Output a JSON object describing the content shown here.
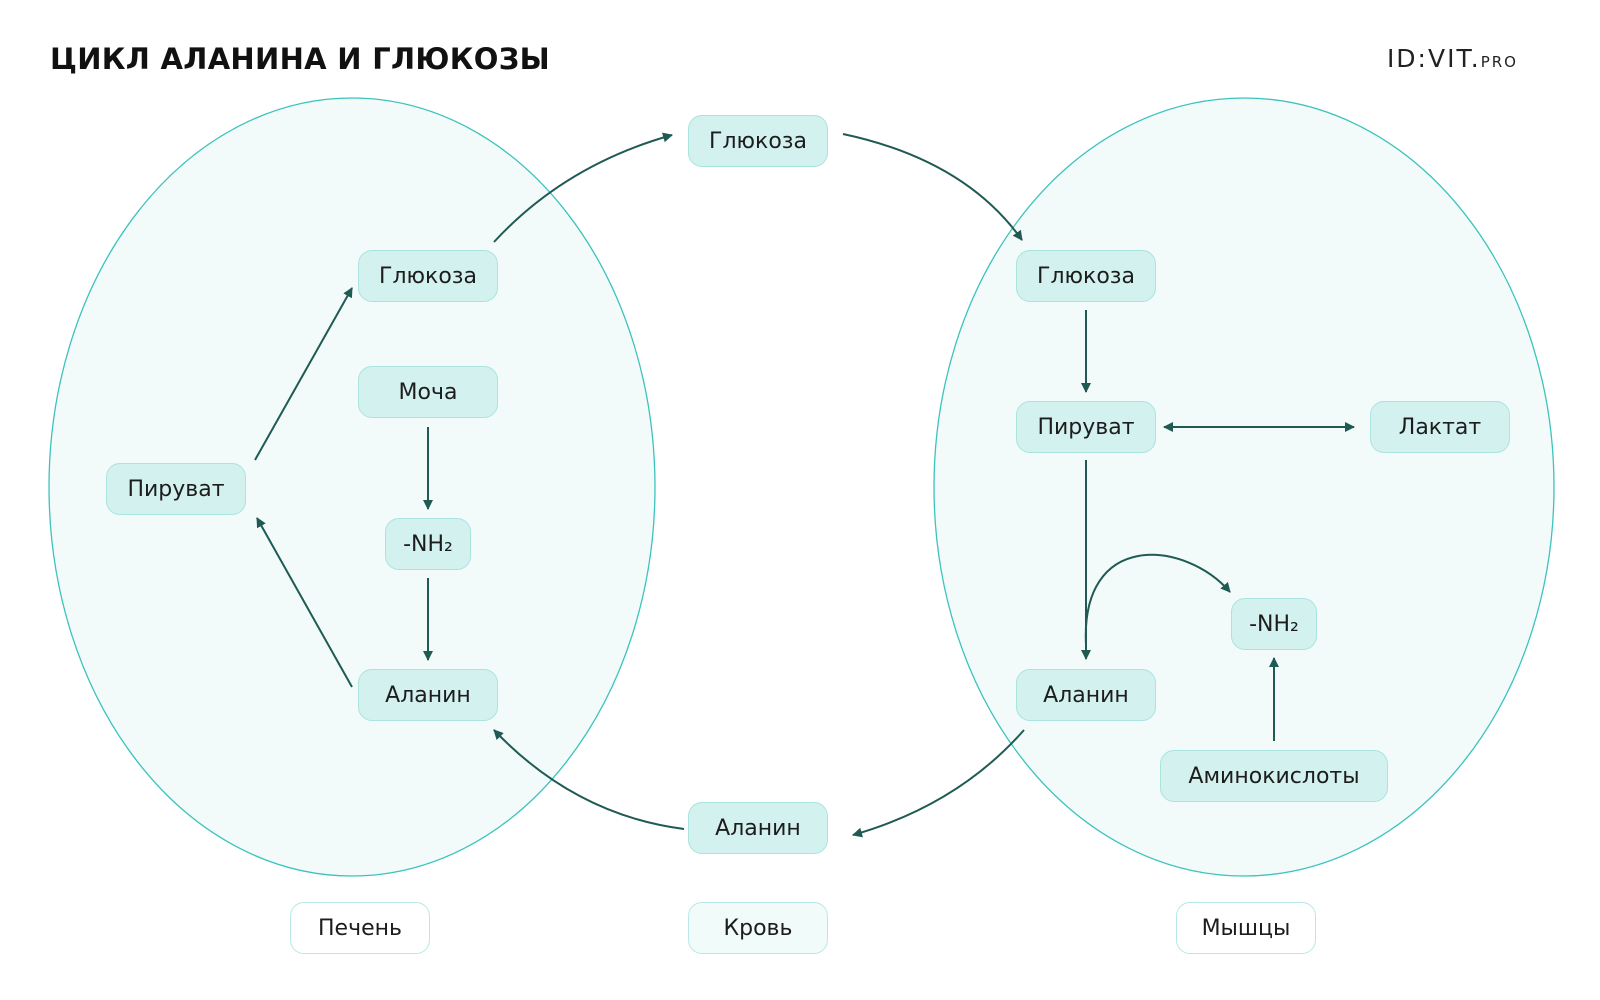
{
  "header": {
    "title": "ЦИКЛ АЛАНИНА И ГЛЮКОЗЫ",
    "logo_main": "ID:VIT.",
    "logo_suffix": "PRO"
  },
  "liver": {
    "glucose": "Глюкоза",
    "urine": "Моча",
    "amine": "-NH₂",
    "pyruvate": "Пируват",
    "alanine": "Аланин",
    "label": "Печень"
  },
  "blood": {
    "glucose": "Глюкоза",
    "alanine": "Аланин",
    "label": "Кровь"
  },
  "muscle": {
    "glucose": "Глюкоза",
    "pyruvate": "Пируват",
    "lactate": "Лактат",
    "alanine": "Аланин",
    "amine": "-NH₂",
    "amino_acids": "Аминокислоты",
    "label": "Мышцы"
  },
  "colors": {
    "region_fill": "#f0faf9",
    "region_stroke": "#3cc3bd",
    "node_fill": "#d3f1ef",
    "arrow": "#1f5a53"
  }
}
